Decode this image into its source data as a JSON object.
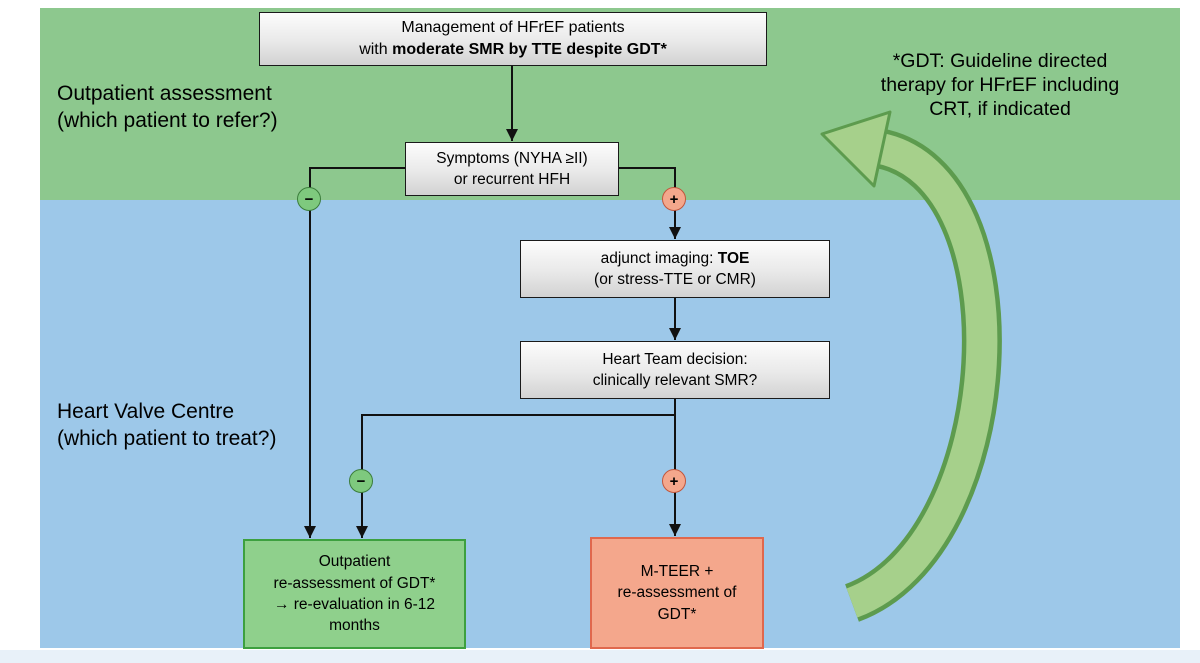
{
  "regions": {
    "outpatient": {
      "line1": "Outpatient assessment",
      "line2": "(which patient to refer?)"
    },
    "heart_valve": {
      "line1": "Heart Valve Centre",
      "line2": "(which patient to treat?)"
    }
  },
  "note": {
    "line1": "*GDT: Guideline directed",
    "line2": "therapy for HFrEF including",
    "line3": "CRT, if indicated"
  },
  "nodes": {
    "management": {
      "line1": "Management of HFrEF patients",
      "line2_prefix": "with ",
      "line2_bold": "moderate SMR by TTE despite GDT*"
    },
    "symptoms": {
      "line1": "Symptoms (NYHA ≥II)",
      "line2": "or recurrent HFH"
    },
    "imaging": {
      "line1_prefix": "adjunct imaging: ",
      "line1_bold": "TOE",
      "line2": "(or stress-TTE or CMR)"
    },
    "heart_team": {
      "line1": "Heart Team decision:",
      "line2": "clinically relevant SMR?"
    },
    "outpatient_reassessment": {
      "line1": "Outpatient",
      "line2": "re-assessment of GDT*",
      "line3": "→ re-evaluation in 6-12",
      "line4": "months"
    },
    "mteer": {
      "line1": "M-TEER +",
      "line2": "re-assessment of",
      "line3": "GDT*"
    }
  },
  "badges": {
    "minus": "−",
    "plus": "+"
  },
  "colors": {
    "outpatient_region_bg": "#8dc88e",
    "heart_valve_region_bg": "#9dc8e9",
    "node_border": "#1a1a1a",
    "gray_node_bg": "#e9e9e9",
    "green_outcome_bg": "#8fd08c",
    "green_outcome_border": "#3da03f",
    "orange_outcome_bg": "#f4a78c",
    "orange_outcome_border": "#e0684d",
    "minus_badge_bg": "#7ec97e",
    "plus_badge_bg": "#f4a78c",
    "feedback_arrow_fill": "#a6d08b",
    "feedback_arrow_border": "#5d9b4e",
    "connector_color": "#111111"
  }
}
